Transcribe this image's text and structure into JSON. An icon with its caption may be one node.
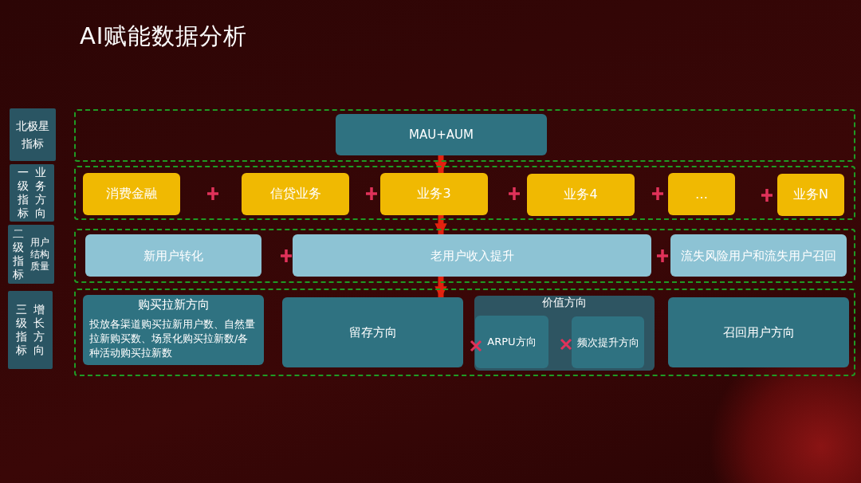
{
  "diagram": {
    "title": "AI赋能数据分析",
    "nodes": [
      {
        "text": [
          "北极星指标"
        ]
      },
      {
        "text": [],
        "shape": "box"
      },
      {
        "text": [
          "MAU+AUM"
        ],
        "in": 1
      },
      {
        "text": [
          "一级指标",
          "业务方向"
        ]
      },
      {
        "text": [],
        "shape": "box"
      },
      {
        "text": [
          "消费金融"
        ],
        "in": 4
      },
      {
        "text": [
          "信贷业务"
        ],
        "in": 4
      },
      {
        "text": [
          "业务3"
        ],
        "in": 4
      },
      {
        "text": [
          "业务4"
        ],
        "in": 4
      },
      {
        "text": [
          "…"
        ],
        "in": 4
      },
      {
        "text": [
          "业务N"
        ],
        "in": 4
      },
      {
        "text": [
          "二级指标",
          "用户结构质量"
        ]
      },
      {
        "text": [],
        "shape": "box"
      },
      {
        "text": [
          "新用户转化"
        ],
        "in": 12
      },
      {
        "text": [
          "老用户收入提升"
        ],
        "in": 12
      },
      {
        "text": [
          "流失风险用户和流失用户召回"
        ],
        "in": 12
      },
      {
        "text": [
          "三级指标",
          "增长方向"
        ]
      },
      {
        "text": [],
        "shape": "box"
      },
      {
        "text": [
          "购买拉新方向",
          "投放各渠道购买拉新用户数、自然量拉新购买数、场景化购买拉新数/各种活动购买拉新数"
        ],
        "in": 17
      },
      {
        "text": [
          "留存方向"
        ],
        "in": 17
      },
      {
        "text": [
          "价值方向"
        ],
        "in": 17
      },
      {
        "text": [
          "ARPU方向"
        ],
        "in": 20
      },
      {
        "text": [
          "频次提升方向"
        ],
        "in": 20
      },
      {
        "text": [
          "召回用户方向"
        ],
        "in": 17
      }
    ],
    "edges": [
      {
        "from": 2,
        "to": 7,
        "arrow": "to"
      },
      {
        "from": 7,
        "to": 14,
        "arrow": "to"
      },
      {
        "from": 14,
        "to": 19,
        "arrow": "to"
      }
    ]
  }
}
